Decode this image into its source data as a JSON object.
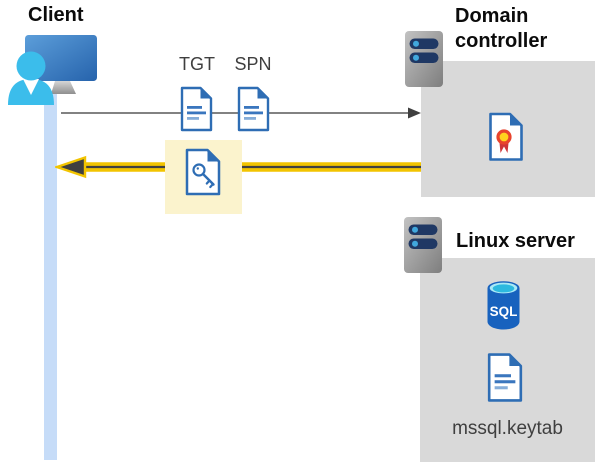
{
  "diagram": {
    "client": {
      "title": "Client"
    },
    "request_flow": {
      "tgt_label": "TGT",
      "spn_label": "SPN"
    },
    "domain_controller": {
      "title": "Domain controller"
    },
    "linux_server": {
      "title": "Linux server",
      "sql_icon_label": "SQL",
      "keytab_filename": "mssql.keytab"
    },
    "colors": {
      "highlight_box": "#FBF3CD",
      "server_box_gray": "#D9D9D9",
      "response_arrow_yellow": "#F2C400",
      "arrow_dark": "#404040",
      "request_arrow_gray": "#595959",
      "document_blue": "#2E6DB4",
      "client_timeline_blue": "#C6DCF8",
      "person_cyan": "#3BBDEB",
      "certificate_ribbon_red": "#CE3438",
      "certificate_seal_yellow": "#FFD21E",
      "sql_body_blue": "#1862BE"
    },
    "icons": [
      "client-workstation-icon",
      "tgt-ticket-document-icon",
      "spn-ticket-document-icon",
      "service-ticket-key-document-icon",
      "domain-controller-server-icon",
      "certificate-document-icon",
      "linux-server-icon",
      "sql-database-icon",
      "keytab-document-icon"
    ]
  }
}
